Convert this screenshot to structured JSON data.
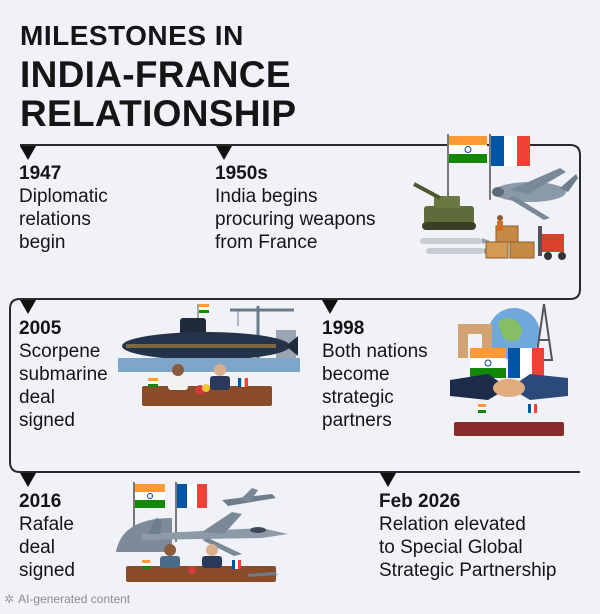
{
  "title": {
    "line1": "MILESTONES IN",
    "line2": "INDIA-FRANCE",
    "line3": "RELATIONSHIP"
  },
  "milestones": [
    {
      "year": "1947",
      "desc": [
        "Diplomatic",
        "relations",
        "begin"
      ]
    },
    {
      "year": "1950s",
      "desc": [
        "India begins",
        "procuring weapons",
        "from France"
      ]
    },
    {
      "year": "2005",
      "desc": [
        "Scorpene",
        "submarine",
        "deal",
        "signed"
      ]
    },
    {
      "year": "1998",
      "desc": [
        "Both nations",
        "become",
        "strategic",
        "partners"
      ]
    },
    {
      "year": "2016",
      "desc": [
        "Rafale",
        "deal",
        "signed"
      ]
    },
    {
      "year": "Feb 2026",
      "desc": [
        "Relation elevated",
        "to Special Global",
        "Strategic Partnership"
      ]
    }
  ],
  "footer": {
    "text": "AI-generated content",
    "icon": "sparkle-icon"
  },
  "colors": {
    "background": "#f1f1f8",
    "line": "#2a2a2a",
    "text": "#151515",
    "india_saffron": "#ff9933",
    "india_green": "#138808",
    "france_blue": "#0055a4",
    "france_red": "#ef4135"
  }
}
